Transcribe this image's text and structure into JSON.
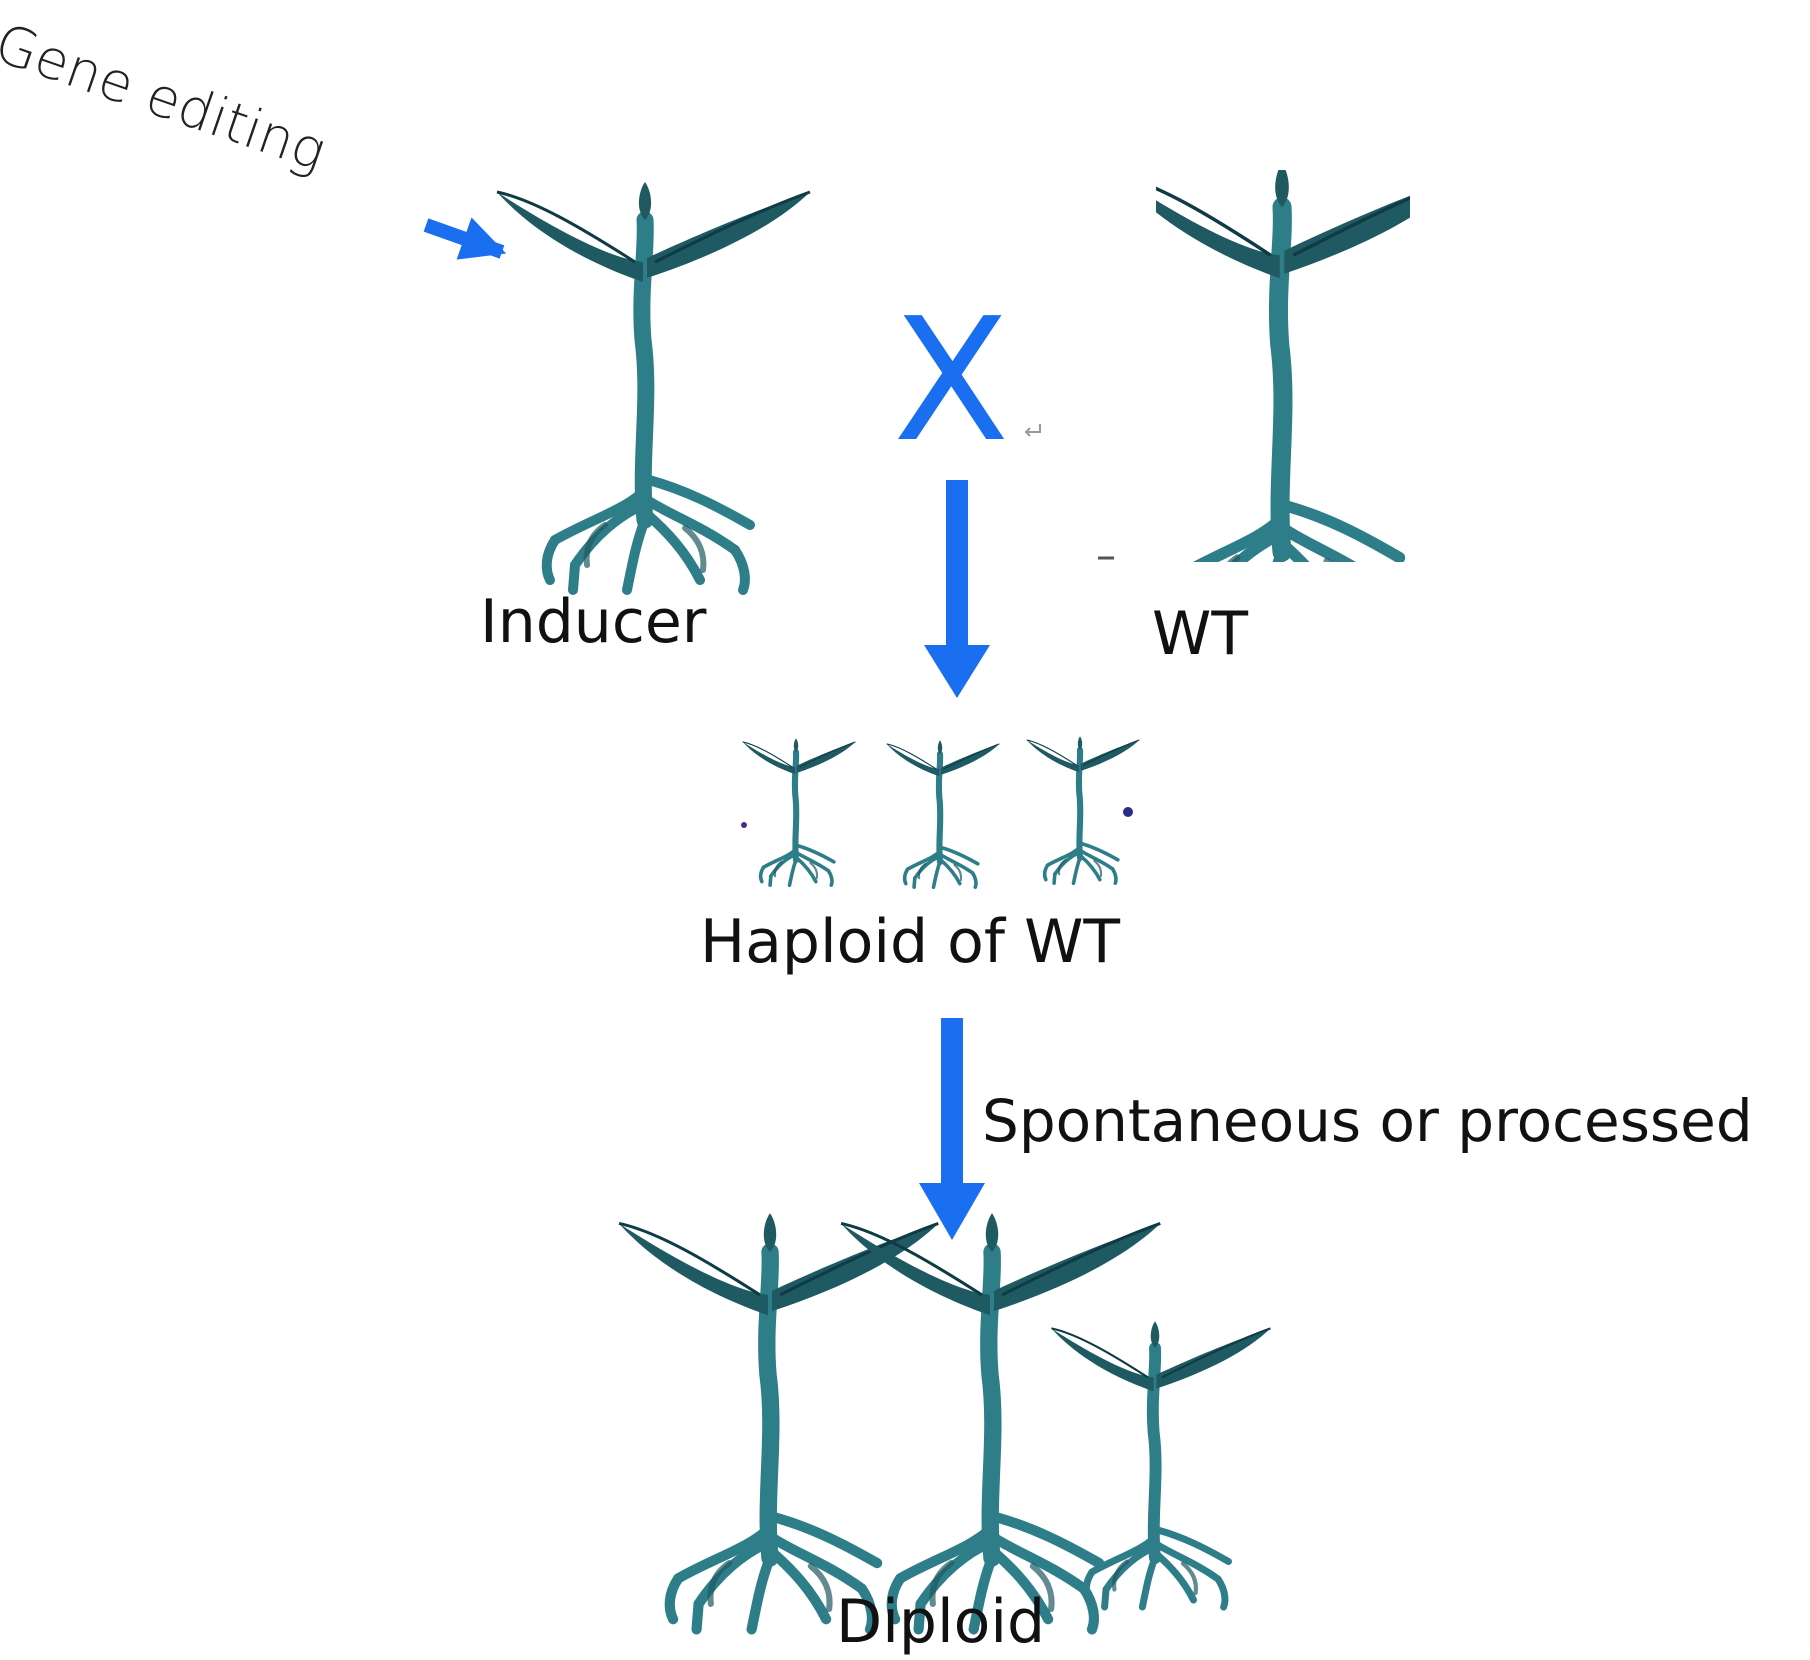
{
  "labels": {
    "gene_editing": "Gene editing",
    "inducer": "Inducer",
    "cross_symbol": "X",
    "wt": "WT",
    "haploid": "Haploid of WT",
    "process": "Spontaneous or processed",
    "diploid": "Diploid"
  },
  "colors": {
    "plant": "#2e7e8a",
    "plant_dark": "#1f5a63",
    "arrow": "#1a6ef0",
    "text": "#111111",
    "background": "#ffffff"
  }
}
